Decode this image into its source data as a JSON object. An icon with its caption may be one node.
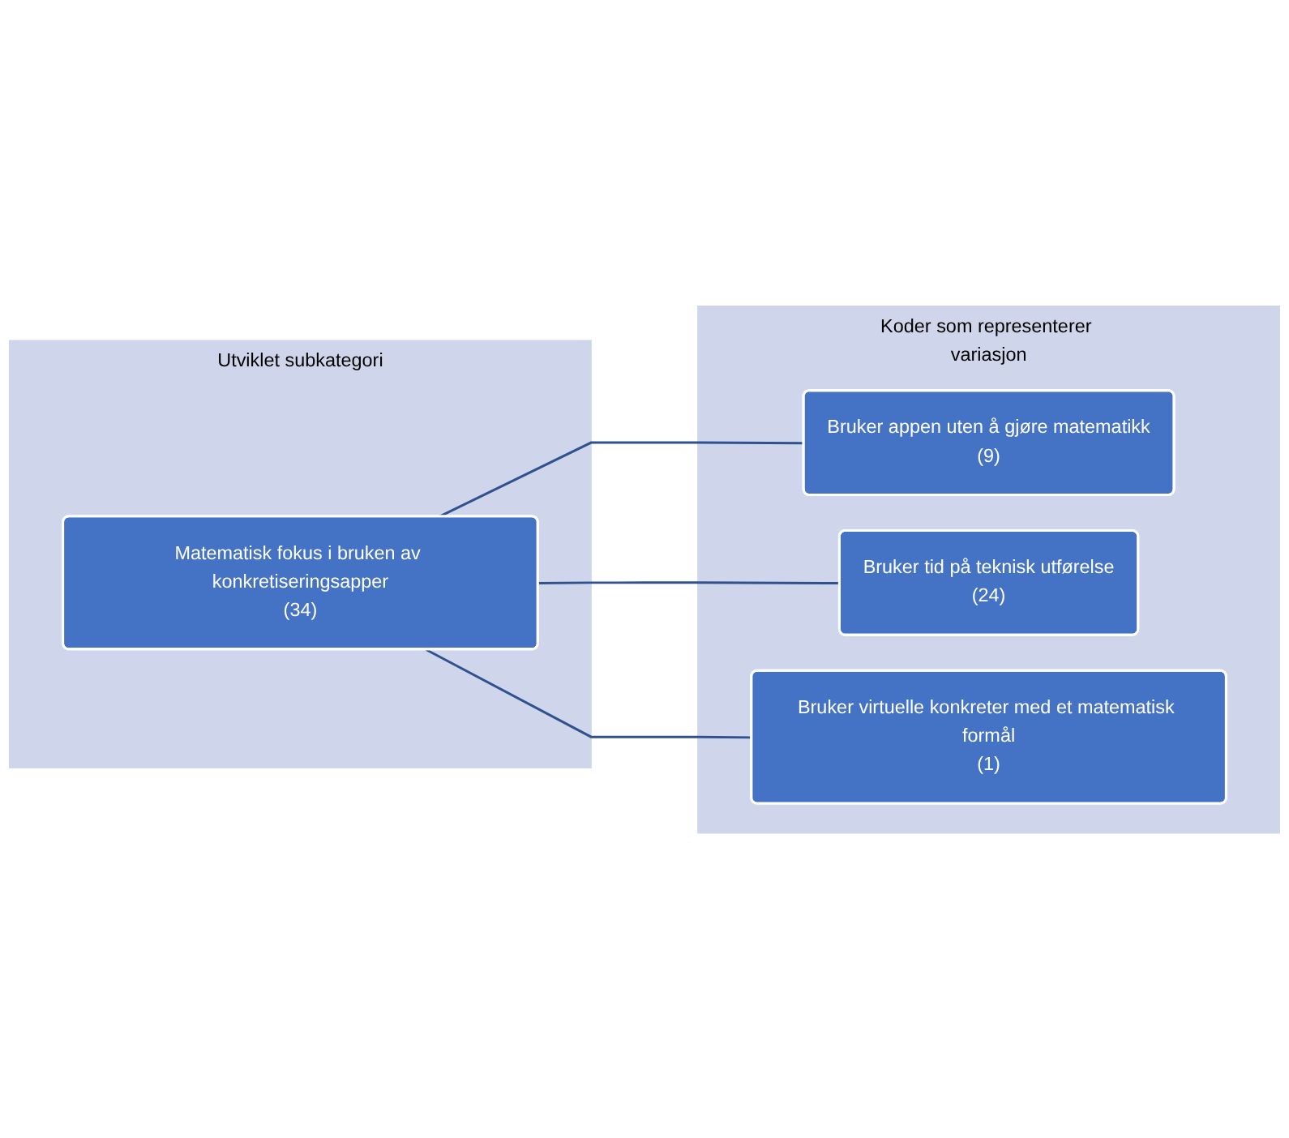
{
  "diagram": {
    "nodes": [
      {
        "text": [
          "Utviklet subkategori"
        ]
      },
      {
        "text": [
          "Matematisk fokus i bruken av konkretiseringsapper",
          "(34)"
        ],
        "in": 0
      },
      {
        "text": [
          "Koder som representerer variasjon"
        ]
      },
      {
        "text": [
          "Bruker appen uten å gjøre matematikk",
          "(9)"
        ],
        "in": 2
      },
      {
        "text": [
          "Bruker tid på teknisk utførelse",
          "(24)"
        ],
        "in": 2
      },
      {
        "text": [
          "Bruker virtuelle konkreter med et matematisk formål",
          "(1)"
        ],
        "in": 2
      }
    ],
    "edges": [
      {
        "from": 1,
        "to": 3,
        "arrow": "none"
      },
      {
        "from": 1,
        "to": 4,
        "arrow": "none"
      },
      {
        "from": 1,
        "to": 5,
        "arrow": "none"
      }
    ]
  }
}
